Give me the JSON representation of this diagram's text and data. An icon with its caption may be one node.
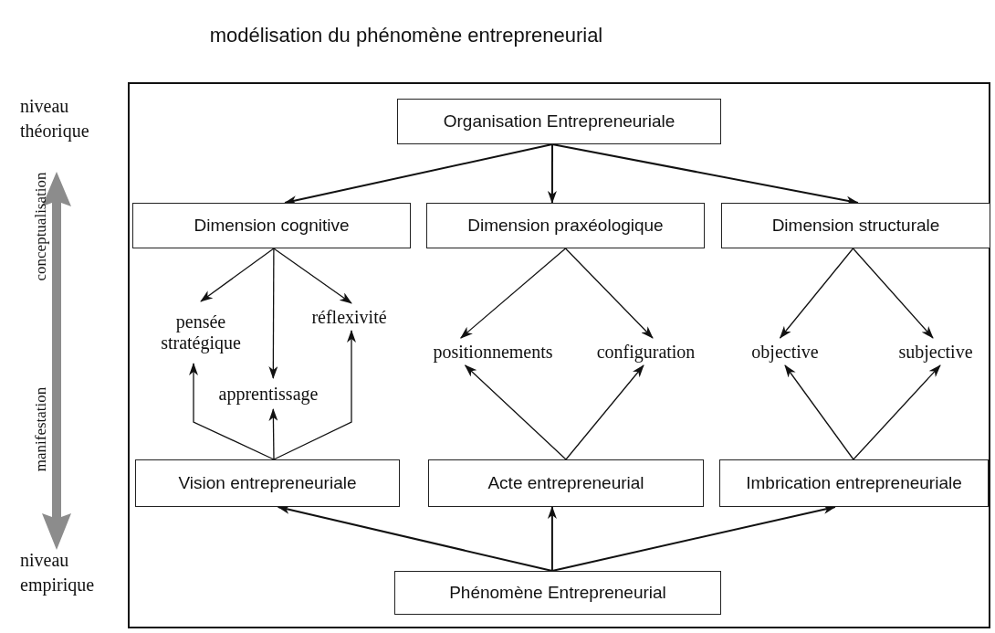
{
  "diagram": {
    "title": "modélisation du phénomène entrepreneurial",
    "nodes": [
      {
        "text": [
          "Organisation Entrepreneuriale"
        ]
      },
      {
        "text": [
          "Dimension cognitive"
        ]
      },
      {
        "text": [
          "Dimension praxéologique"
        ]
      },
      {
        "text": [
          "Dimension structurale"
        ]
      },
      {
        "text": [
          "pensée stratégique"
        ]
      },
      {
        "text": [
          "réflexivité"
        ]
      },
      {
        "text": [
          "apprentissage"
        ]
      },
      {
        "text": [
          "positionnements"
        ]
      },
      {
        "text": [
          "configuration"
        ]
      },
      {
        "text": [
          "objective"
        ]
      },
      {
        "text": [
          "subjective"
        ]
      },
      {
        "text": [
          "Vision entrepreneuriale"
        ]
      },
      {
        "text": [
          "Acte entrepreneurial"
        ]
      },
      {
        "text": [
          "Imbrication entrepreneuriale"
        ]
      },
      {
        "text": [
          "Phénomène Entrepreneurial"
        ]
      }
    ],
    "edges": [
      {
        "from": 0,
        "to": 1,
        "arrow": "to"
      },
      {
        "from": 0,
        "to": 2,
        "arrow": "to"
      },
      {
        "from": 0,
        "to": 3,
        "arrow": "to"
      },
      {
        "from": 1,
        "to": 4,
        "arrow": "to"
      },
      {
        "from": 1,
        "to": 5,
        "arrow": "to"
      },
      {
        "from": 1,
        "to": 6,
        "arrow": "to"
      },
      {
        "from": 2,
        "to": 7,
        "arrow": "to"
      },
      {
        "from": 2,
        "to": 8,
        "arrow": "to"
      },
      {
        "from": 3,
        "to": 9,
        "arrow": "to"
      },
      {
        "from": 3,
        "to": 10,
        "arrow": "to"
      },
      {
        "from": 11,
        "to": 4,
        "arrow": "to"
      },
      {
        "from": 11,
        "to": 6,
        "arrow": "to"
      },
      {
        "from": 11,
        "to": 5,
        "arrow": "to"
      },
      {
        "from": 12,
        "to": 7,
        "arrow": "to"
      },
      {
        "from": 12,
        "to": 8,
        "arrow": "to"
      },
      {
        "from": 13,
        "to": 9,
        "arrow": "to"
      },
      {
        "from": 13,
        "to": 10,
        "arrow": "to"
      },
      {
        "from": 14,
        "to": 11,
        "arrow": "to"
      },
      {
        "from": 14,
        "to": 12,
        "arrow": "to"
      },
      {
        "from": 14,
        "to": 13,
        "arrow": "to"
      }
    ],
    "labels": [
      "niveau théorique",
      "conceptualisation",
      "manifestation",
      "niveau empirique"
    ]
  }
}
